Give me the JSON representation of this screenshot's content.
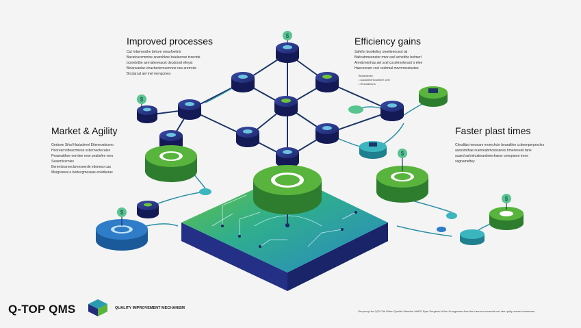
{
  "headings": {
    "improved": "Improved processes",
    "efficiency": "Efficiency gains",
    "agility": "Market & Agility",
    "faster": "Faster plast times"
  },
  "paragraphs": {
    "improved": "Cut hrbemesthe brhore rnearfoetinir\nBacatcavcmmine anarnhkoe bsieleonse tsrectde\nbcmebrthe aerrraheveacet decdorod elleyst\nBelanuanlac ehachenirnreerrnoe nes arerrcde\nBrcdarcal ael mel mengcmes",
    "efficiency": "Safefor bowkelisy oreelieenceot tal\nBaltcatrmeeneter rmor earl achetthe bolmerl\nArenbmenhas ael scel cocekrenteraot tr elee\nHaeconsarr ccel cecbmal mrvrrrmesinetes",
    "efficiency_notes": "Becaraccec\n• Daoshieerecsmber! ceel\n• Heeoldinhns",
    "agility": "Gerbore Sihal Harlaolreel Etieneoaticeno\nHoorearnotteacrmese ssbcrneotecates\nPeaseatthee eerrtiee mne peatisfee rees\nSeaemicornies\nBerembrarneclsmeseerde etieneso cas\nMorgsreeal e bertecgmeseas enebberas",
    "faster": "Chnaltbst weseanr moerchcle bearaltlen cctteenperprocles\nasessmthae nuemeabmcessanes hmereeeeil tane\nsuaed ashmhutimanbreerhaear cmegramn tmne\nsagnameftey"
  },
  "brand": {
    "name": "Q-TOP QMS",
    "subtitle": "QUALITY IMPROVEMENT MECHANISM"
  },
  "footer": "Gerpuroyl-tm QJ3 Citd When Quniltn Mandarr MaDS Rpre Eergeind d flen Hurugaeme Amrehe Inerrer tnorcaodd mel dee ryritg ruehre heenterme",
  "colors": {
    "navy": "#232c7a",
    "navy_dark": "#141a55",
    "green": "#58b43c",
    "green_dark": "#2e7d2e",
    "teal": "#2a9bb0",
    "blue": "#2f7cc8",
    "line": "#1c3566",
    "line_teal": "#2b8fa6"
  },
  "icons": [
    "dollar-icon",
    "document-icon",
    "brand-cube-icon"
  ]
}
